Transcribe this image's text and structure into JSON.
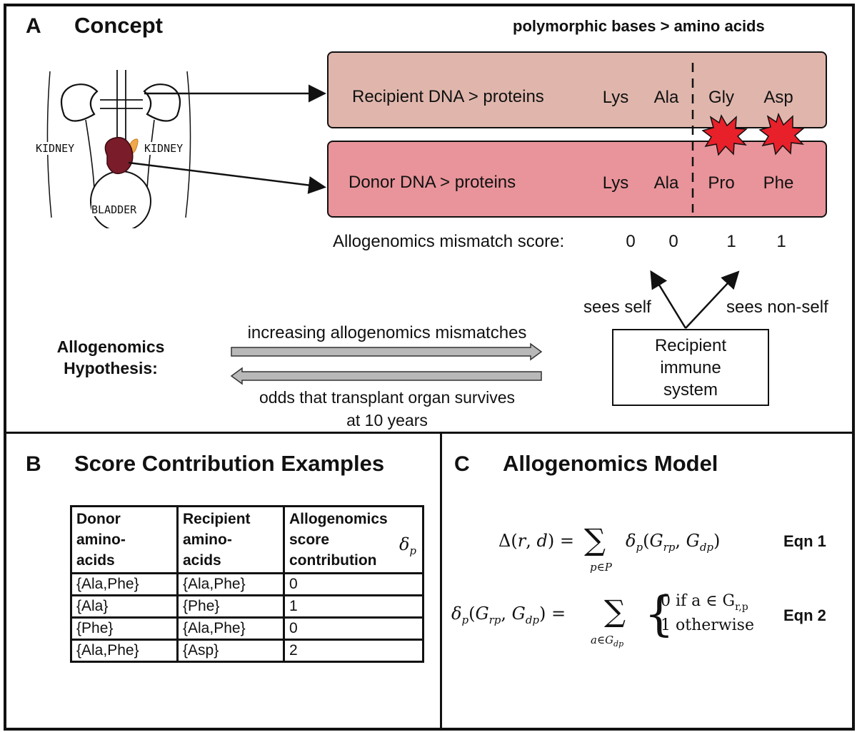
{
  "panelA": {
    "letter": "A",
    "title": "Concept",
    "header": "polymorphic bases > amino acids",
    "illustration": {
      "kidney_left": "KIDNEY",
      "kidney_right": "KIDNEY",
      "bladder": "BLADDER"
    },
    "recipient_label": "Recipient DNA > proteins",
    "donor_label": "Donor DNA > proteins",
    "recipient_aa": [
      "Lys",
      "Ala",
      "Gly",
      "Asp"
    ],
    "donor_aa": [
      "Lys",
      "Ala",
      "Pro",
      "Phe"
    ],
    "score_label": "Allogenomics mismatch score:",
    "scores": [
      "0",
      "0",
      "1",
      "1"
    ],
    "sees_self": "sees self",
    "sees_nonself": "sees non-self",
    "immune_box": [
      "Recipient",
      "immune",
      "system"
    ],
    "hypothesis_label": [
      "Allogenomics",
      "Hypothesis:"
    ],
    "arrow_right_text": "increasing allogenomics mismatches",
    "arrow_left_text": [
      "odds that transplant organ survives",
      "at 10 years"
    ],
    "colors": {
      "recipient_band": "#e0b6ac",
      "donor_band": "#e8949a",
      "burst": "#e8202a"
    }
  },
  "panelB": {
    "letter": "B",
    "title": "Score Contribution Examples",
    "columns": [
      [
        "Donor",
        "amino-",
        "acids"
      ],
      [
        "Recipient",
        "amino-",
        "acids"
      ],
      [
        "Allogenomics",
        "score",
        "contribution"
      ]
    ],
    "delta_symbol": "δ",
    "delta_sub": "p",
    "rows": [
      [
        "{Ala,Phe}",
        "{Ala,Phe}",
        "0"
      ],
      [
        "{Ala}",
        "{Phe}",
        "1"
      ],
      [
        "{Phe}",
        "{Ala,Phe}",
        "0"
      ],
      [
        "{Ala,Phe}",
        "{Asp}",
        "2"
      ]
    ]
  },
  "panelC": {
    "letter": "C",
    "title": "Allogenomics Model",
    "eqn1_label": "Eqn 1",
    "eqn2_label": "Eqn 2",
    "eqn2_case1": "0 if a ∈ G",
    "eqn2_case1_sub": "r,p",
    "eqn2_case2": "1  otherwise"
  }
}
